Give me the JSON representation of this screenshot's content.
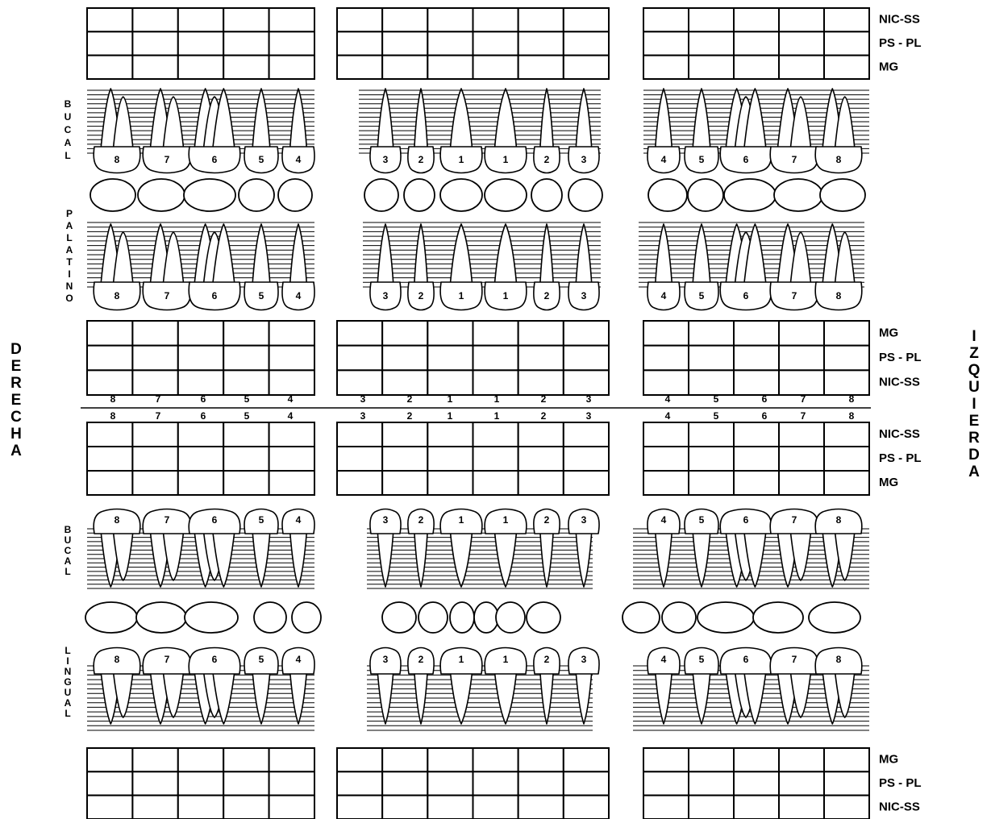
{
  "sides": {
    "right": "DERECHA",
    "left": "IZQUIERDA"
  },
  "upper": {
    "buccal_label": "BUCAL",
    "palatal_label": "PALATINO",
    "top_table_rows": [
      "NIC-SS",
      "PS - PL",
      "MG"
    ],
    "bottom_table_rows": [
      "MG",
      "PS - PL",
      "NIC-SS"
    ],
    "teeth_right": [
      "8",
      "7",
      "6",
      "5",
      "4"
    ],
    "teeth_front": [
      "3",
      "2",
      "1",
      "1",
      "2",
      "3"
    ],
    "teeth_left": [
      "4",
      "5",
      "6",
      "7",
      "8"
    ]
  },
  "midline": {
    "upper_numbers": [
      "8",
      "7",
      "6",
      "5",
      "4",
      "3",
      "2",
      "1",
      "1",
      "2",
      "3",
      "4",
      "5",
      "6",
      "7",
      "8"
    ],
    "lower_numbers": [
      "8",
      "7",
      "6",
      "5",
      "4",
      "3",
      "2",
      "1",
      "1",
      "2",
      "3",
      "4",
      "5",
      "6",
      "7",
      "8"
    ]
  },
  "lower": {
    "buccal_label": "BUCAL",
    "lingual_label": "LINGUAL",
    "top_table_rows": [
      "NIC-SS",
      "PS - PL",
      "MG"
    ],
    "bottom_table_rows": [
      "MG",
      "PS - PL",
      "NIC-SS"
    ],
    "teeth_right": [
      "8",
      "7",
      "6",
      "5",
      "4"
    ],
    "teeth_front": [
      "3",
      "2",
      "1",
      "1",
      "2",
      "3"
    ],
    "teeth_left": [
      "4",
      "5",
      "6",
      "7",
      "8"
    ]
  }
}
